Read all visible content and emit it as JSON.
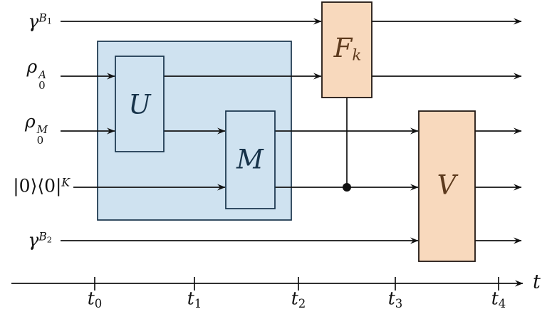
{
  "colors": {
    "ink": "#111111",
    "wire": "#121212",
    "box_blue_fill": "#cfe2f0",
    "box_blue_stroke": "#17334a",
    "gate_peach_fill": "#f8d9bd",
    "gate_peach_stroke": "#211712",
    "gate_blue_text": "#17334a",
    "gate_peach_text": "#5d3a1d"
  },
  "wire_labels": [
    {
      "name": "gamma-B1",
      "base": "γ",
      "sup": "B",
      "sup_sub": "1"
    },
    {
      "name": "rho-0-A",
      "base": "ρ",
      "sub": "0",
      "sup": "A"
    },
    {
      "name": "rho-0-M",
      "base": "ρ",
      "sub": "0",
      "sup": "M"
    },
    {
      "name": "ket-bra-0-K",
      "base": "|0⟩⟨0|",
      "sup": "K"
    },
    {
      "name": "gamma-B2",
      "base": "γ",
      "sup": "B",
      "sup_sub": "2"
    }
  ],
  "gates": [
    {
      "name": "U",
      "label": "U"
    },
    {
      "name": "M",
      "label": "M"
    },
    {
      "name": "F-k",
      "label": "F",
      "sub": "k"
    },
    {
      "name": "V",
      "label": "V"
    }
  ],
  "timeline": {
    "ticks": [
      {
        "base": "t",
        "sub": "0"
      },
      {
        "base": "t",
        "sub": "1"
      },
      {
        "base": "t",
        "sub": "2"
      },
      {
        "base": "t",
        "sub": "3"
      },
      {
        "base": "t",
        "sub": "4"
      }
    ],
    "axis_label": "t"
  }
}
